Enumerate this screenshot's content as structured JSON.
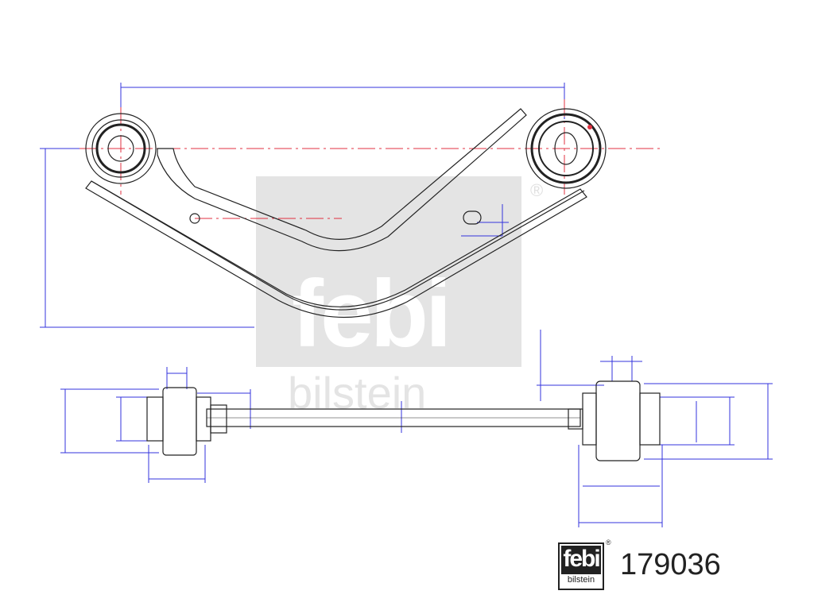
{
  "watermark": {
    "brand": "febi",
    "sub": "bilstein",
    "reg": "®"
  },
  "logo": {
    "brand": "febi",
    "sub": "bilstein",
    "reg": "®"
  },
  "part_number": "179036",
  "colors": {
    "line": "#222222",
    "dimension": "#3333dd",
    "centerline": "#e03040",
    "watermark": "#e4e4e4"
  }
}
